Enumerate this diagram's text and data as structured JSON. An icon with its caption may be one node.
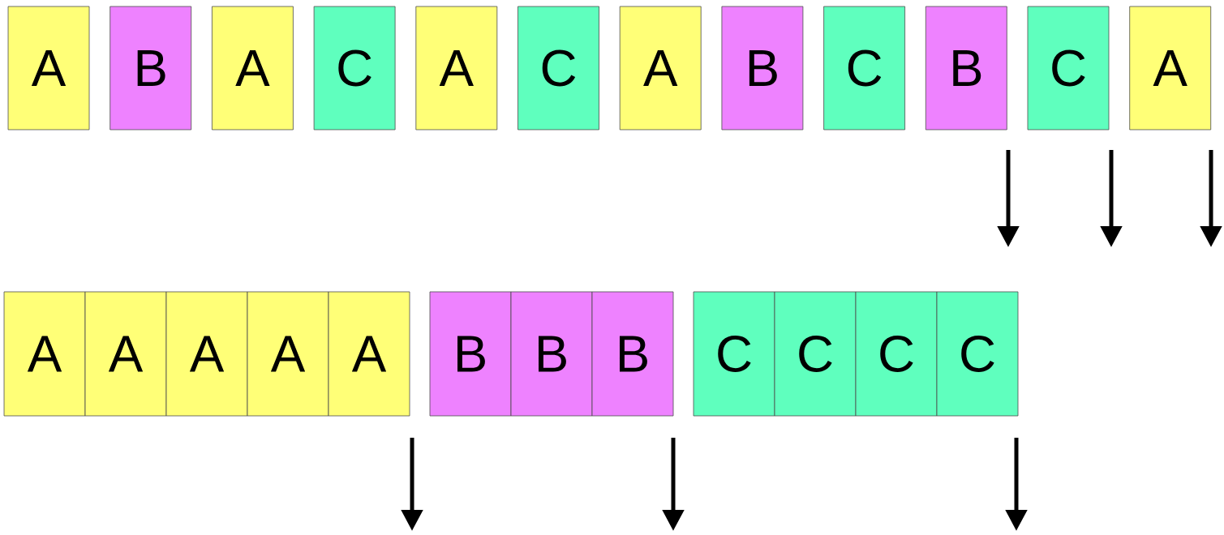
{
  "diagram": {
    "nodes": [
      {
        "text": [
          "A"
        ]
      },
      {
        "text": [
          "B"
        ]
      },
      {
        "text": [
          "A"
        ]
      },
      {
        "text": [
          "C"
        ]
      },
      {
        "text": [
          "A"
        ]
      },
      {
        "text": [
          "C"
        ]
      },
      {
        "text": [
          "A"
        ]
      },
      {
        "text": [
          "B"
        ]
      },
      {
        "text": [
          "C"
        ]
      },
      {
        "text": [
          "B"
        ]
      },
      {
        "text": [
          "C"
        ]
      },
      {
        "text": [
          "A"
        ]
      },
      {
        "text": [
          "A"
        ]
      },
      {
        "text": [
          "A"
        ]
      },
      {
        "text": [
          "A"
        ]
      },
      {
        "text": [
          "A"
        ]
      },
      {
        "text": [
          "A"
        ]
      },
      {
        "text": [
          "B"
        ]
      },
      {
        "text": [
          "B"
        ]
      },
      {
        "text": [
          "B"
        ]
      },
      {
        "text": [
          "C"
        ]
      },
      {
        "text": [
          "C"
        ]
      },
      {
        "text": [
          "C"
        ]
      },
      {
        "text": [
          "C"
        ]
      }
    ]
  }
}
